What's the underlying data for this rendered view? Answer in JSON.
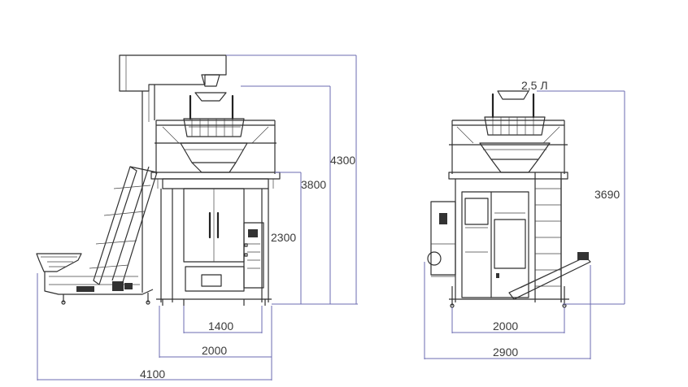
{
  "left_view": {
    "dim_height_overall": "4300",
    "dim_height_platform_top": "3800",
    "dim_height_platform": "2300",
    "dim_width_packer": "1400",
    "dim_width_frame": "2000",
    "dim_length_total": "4100"
  },
  "right_view": {
    "hopper_volume": "2,5 Л",
    "dim_height_overall": "3690",
    "dim_width_frame": "2000",
    "dim_length_total": "2900"
  }
}
